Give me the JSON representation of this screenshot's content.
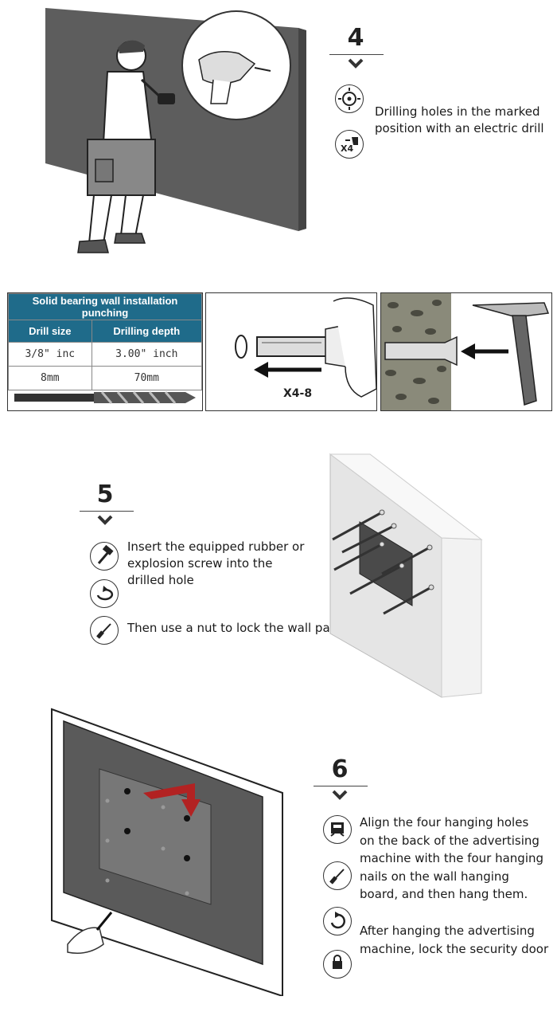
{
  "step4": {
    "number": "4",
    "text": "Drilling holes in the marked\nposition with an electric drill",
    "icons": [
      "target-icon",
      "drill-x4-icon"
    ],
    "icon_label": "X4"
  },
  "drill_table": {
    "title": "Solid bearing wall installation punching",
    "headers": [
      "Drill size",
      "Drilling depth"
    ],
    "rows": [
      [
        "3/8\" inc",
        "3.00\" inch"
      ],
      [
        "8mm",
        "70mm"
      ]
    ]
  },
  "anchor_panel": {
    "label": "X4-8"
  },
  "step5": {
    "number": "5",
    "text1": "Insert the equipped rubber or\nexplosion screw into the\ndrilled hole",
    "text2": "Then use a nut to lock the wall panel",
    "icons": [
      "hammer-icon",
      "rotate-icon",
      "screwdriver-icon"
    ]
  },
  "step6": {
    "number": "6",
    "text1": "Align the four hanging holes\non the back of the advertising\nmachine with the four hanging\nnails on the wall hanging\nboard, and then hang them.",
    "text2": "After hanging the advertising\nmachine, lock the security door",
    "icons": [
      "monitor-hang-icon",
      "screwdriver-icon",
      "rotate-icon",
      "lock-key-icon"
    ]
  }
}
